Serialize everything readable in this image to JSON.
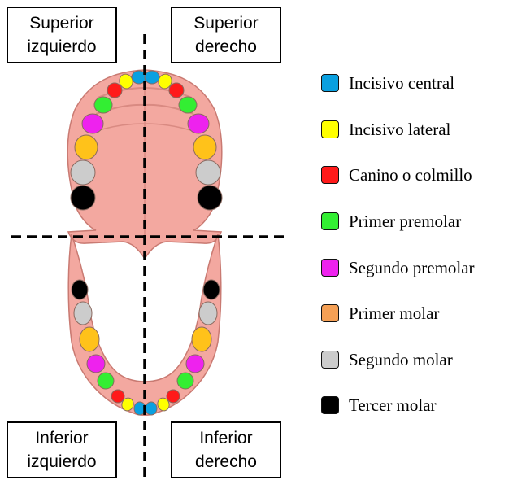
{
  "quadrants": {
    "upper_left": {
      "line1": "Superior",
      "line2": "izquierdo"
    },
    "upper_right": {
      "line1": "Superior",
      "line2": "derecho"
    },
    "lower_left": {
      "line1": "Inferior",
      "line2": "izquierdo"
    },
    "lower_right": {
      "line1": "Inferior",
      "line2": "derecho"
    }
  },
  "legend": [
    {
      "label": "Incisivo central",
      "color": "#0aa0e0"
    },
    {
      "label": "Incisivo lateral",
      "color": "#ffff00"
    },
    {
      "label": "Canino o colmillo",
      "color": "#ff1a1a"
    },
    {
      "label": "Primer premolar",
      "color": "#33ee33"
    },
    {
      "label": "Segundo premolar",
      "color": "#ee22ee"
    },
    {
      "label": "Primer molar",
      "color": "#f5a055"
    },
    {
      "label": "Segundo molar",
      "color": "#cccccc"
    },
    {
      "label": "Tercer molar",
      "color": "#000000"
    }
  ],
  "colors": {
    "gum": "#f3a8a0",
    "gum_dark": "#c97a72",
    "central": "#0aa0e0",
    "lateral": "#ffff00",
    "canine": "#ff1a1a",
    "premolar1": "#33ee33",
    "premolar2": "#ee22ee",
    "molar1": "#ffc21a",
    "molar2": "#cccccc",
    "molar3": "#000000"
  }
}
